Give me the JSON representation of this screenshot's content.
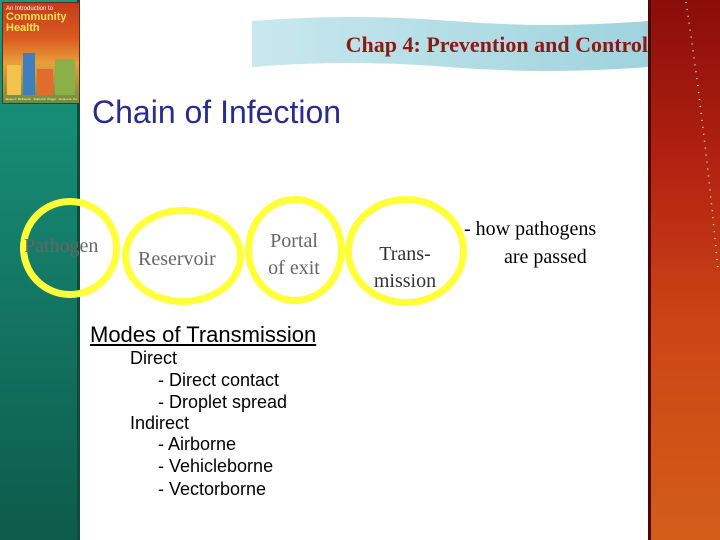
{
  "book": {
    "subtitle": "An Introduction to",
    "title_line1": "Community",
    "title_line2": "Health",
    "authors": "James F. McKenzie · Robert R. Pinger · Jerome E. Kotecki"
  },
  "header": {
    "chapter_title": "Chap 4: Prevention and Control"
  },
  "slide": {
    "title": "Chain of Infection"
  },
  "chain": {
    "pathogen": "Pathogen",
    "reservoir": "Reservoir",
    "portal_line1": "Portal",
    "portal_line2": "of exit",
    "transmission_line1": "Trans-",
    "transmission_line2": "mission"
  },
  "note": {
    "line1": "-  how pathogens",
    "line2": "are passed"
  },
  "modes": {
    "title": "Modes of Transmission",
    "lines": [
      "Direct",
      "- Direct contact",
      "- Droplet spread",
      "Indirect",
      "- Airborne",
      "- Vehicleborne",
      "- Vectorborne"
    ]
  },
  "colors": {
    "ring": "#ffff3a",
    "title": "#2a2a90",
    "chapter": "#8b1a13",
    "left_bar": "#1a9a82",
    "right_bar": "#b12211"
  }
}
